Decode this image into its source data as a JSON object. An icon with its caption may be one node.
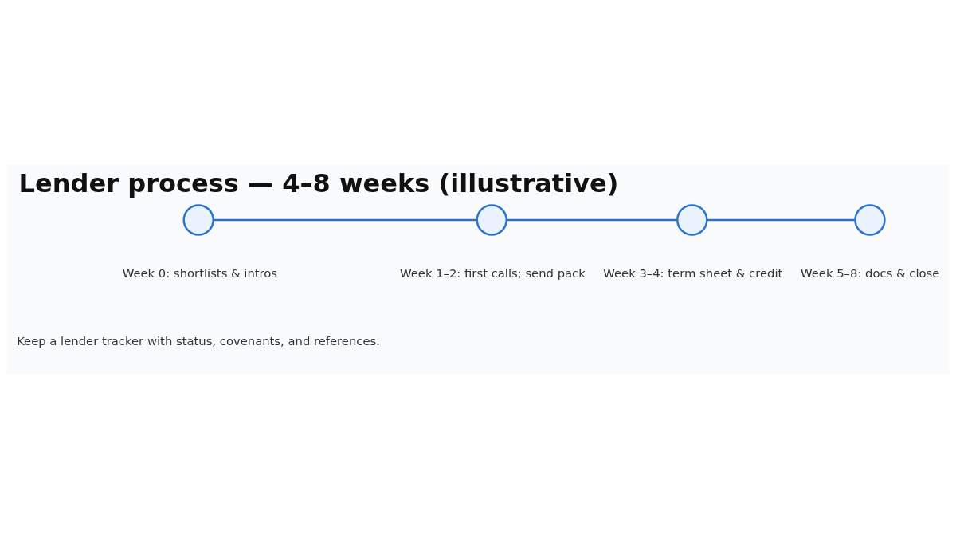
{
  "diagram": {
    "title": "Lender process — 4–8 weeks (illustrative)",
    "caption": "Keep a lender tracker with status, covenants, and references.",
    "nodes": [
      {
        "text": [],
        "shape": "circle",
        "beside": [
          "Week 0: shortlists & intros"
        ]
      },
      {
        "text": [],
        "shape": "circle",
        "beside": [
          "Week 1–2: first calls; send pack"
        ]
      },
      {
        "text": [],
        "shape": "circle",
        "beside": [
          "Week 3–4: term sheet & credit"
        ]
      },
      {
        "text": [],
        "shape": "circle",
        "beside": [
          "Week 5–8: docs & close"
        ]
      }
    ],
    "edges": [
      {
        "from": 0,
        "to": 1,
        "arrow": "none"
      },
      {
        "from": 1,
        "to": 2,
        "arrow": "none"
      },
      {
        "from": 2,
        "to": 3,
        "arrow": "none"
      }
    ]
  }
}
